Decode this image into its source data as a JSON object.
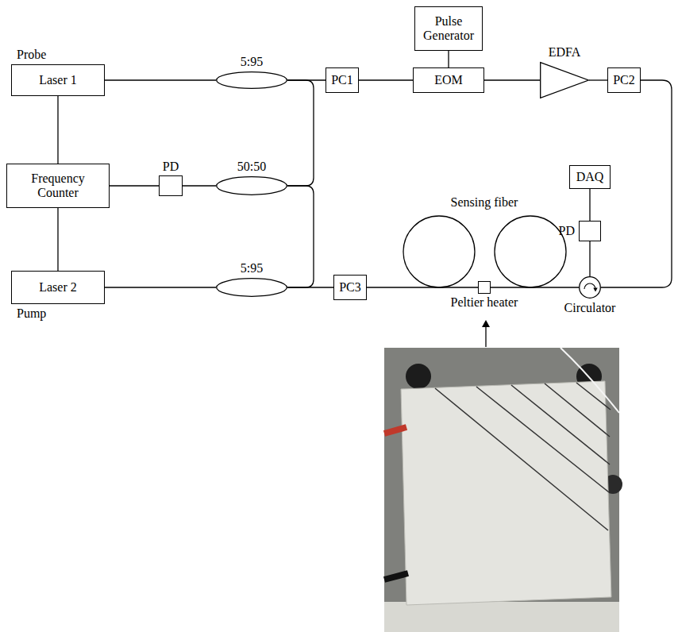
{
  "diagram": {
    "nodes": [
      {
        "text": [
          "Probe",
          "Laser 1"
        ]
      },
      {
        "text": [
          "5:95"
        ]
      },
      {
        "text": [
          "PC1"
        ]
      },
      {
        "text": [
          "Pulse Generator"
        ]
      },
      {
        "text": [
          "EOM"
        ]
      },
      {
        "text": [
          "EDFA"
        ]
      },
      {
        "text": [
          "PC2"
        ]
      },
      {
        "text": [
          "Frequency Counter"
        ]
      },
      {
        "text": [
          "PD"
        ]
      },
      {
        "text": [
          "50:50"
        ]
      },
      {
        "text": [
          "DAQ"
        ]
      },
      {
        "text": [
          "PD"
        ]
      },
      {
        "text": [
          "Laser 2",
          "Pump"
        ]
      },
      {
        "text": [
          "5:95"
        ]
      },
      {
        "text": [
          "PC3"
        ]
      },
      {
        "text": [
          "Peltier heater"
        ]
      },
      {
        "text": [
          "Circulator"
        ]
      }
    ],
    "edges": [
      {
        "from": 0,
        "to": 1,
        "arrow": "none"
      },
      {
        "from": 0,
        "to": 7,
        "arrow": "none"
      },
      {
        "from": 7,
        "to": 12,
        "arrow": "none"
      },
      {
        "from": 7,
        "to": 8,
        "arrow": "none"
      },
      {
        "from": 8,
        "to": 9,
        "arrow": "none"
      },
      {
        "from": 1,
        "to": 9,
        "arrow": "none"
      },
      {
        "from": 13,
        "to": 9,
        "arrow": "none"
      },
      {
        "from": 1,
        "to": 2,
        "arrow": "none"
      },
      {
        "from": 2,
        "to": 4,
        "arrow": "none"
      },
      {
        "from": 3,
        "to": 4,
        "arrow": "none"
      },
      {
        "from": 4,
        "to": 5,
        "arrow": "none"
      },
      {
        "from": 5,
        "to": 6,
        "arrow": "none"
      },
      {
        "from": 6,
        "to": 16,
        "arrow": "none"
      },
      {
        "from": 12,
        "to": 13,
        "arrow": "none"
      },
      {
        "from": 13,
        "to": 14,
        "arrow": "none"
      },
      {
        "from": 14,
        "to": 15,
        "arrow": "none"
      },
      {
        "from": 15,
        "to": 16,
        "arrow": "none"
      },
      {
        "from": 16,
        "to": 11,
        "arrow": "none"
      },
      {
        "from": 11,
        "to": 10,
        "arrow": "none"
      }
    ],
    "labels": [
      "Sensing fiber"
    ]
  }
}
